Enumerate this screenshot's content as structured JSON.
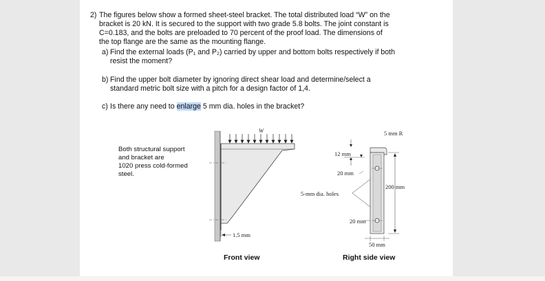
{
  "question": {
    "number": "2)",
    "lines": [
      "The figures below show a formed sheet-steel bracket. The total distributed load “W” on the",
      "bracket is 20 kN. It is secured to the support with two grade 5.8 bolts. The joint constant is",
      "C=0.183, and the bolts are preloaded to 70 percent of the proof load. The dimensions of",
      "the top flange are the same as the mounting flange."
    ]
  },
  "parts": {
    "a": {
      "label": "a)",
      "line1": "Find the external loads (P₁ and P₂) carried by upper and bottom bolts respectively if both",
      "line2": "resist the moment?"
    },
    "b": {
      "label": "b)",
      "line1": "Find the upper bolt diameter by ignoring direct shear load and determine/select a",
      "line2": "standard metric bolt size with a pitch for a design factor of 1,4."
    },
    "c": {
      "label": "c)",
      "pre": "Is there any need to ",
      "highlight": "enlarge",
      "post": " 5 mm dia. holes in the bracket?"
    }
  },
  "figure": {
    "note": [
      "Both structural support",
      "and bracket are",
      "1020 press cold-formed",
      "steel."
    ],
    "load_label": "W",
    "thickness_label": "1.5 mm",
    "dim_5mmR": "5 mm R",
    "dim_12mm": "12 mm",
    "dim_20mm_top": "20 mm",
    "dim_200mm": "200 mm",
    "holes_label": "5-mm dia. holes",
    "dim_20mm_bottom": "20 mm",
    "dim_50mm": "50 mm",
    "front_caption": "Front view",
    "side_caption": "Right side view"
  }
}
